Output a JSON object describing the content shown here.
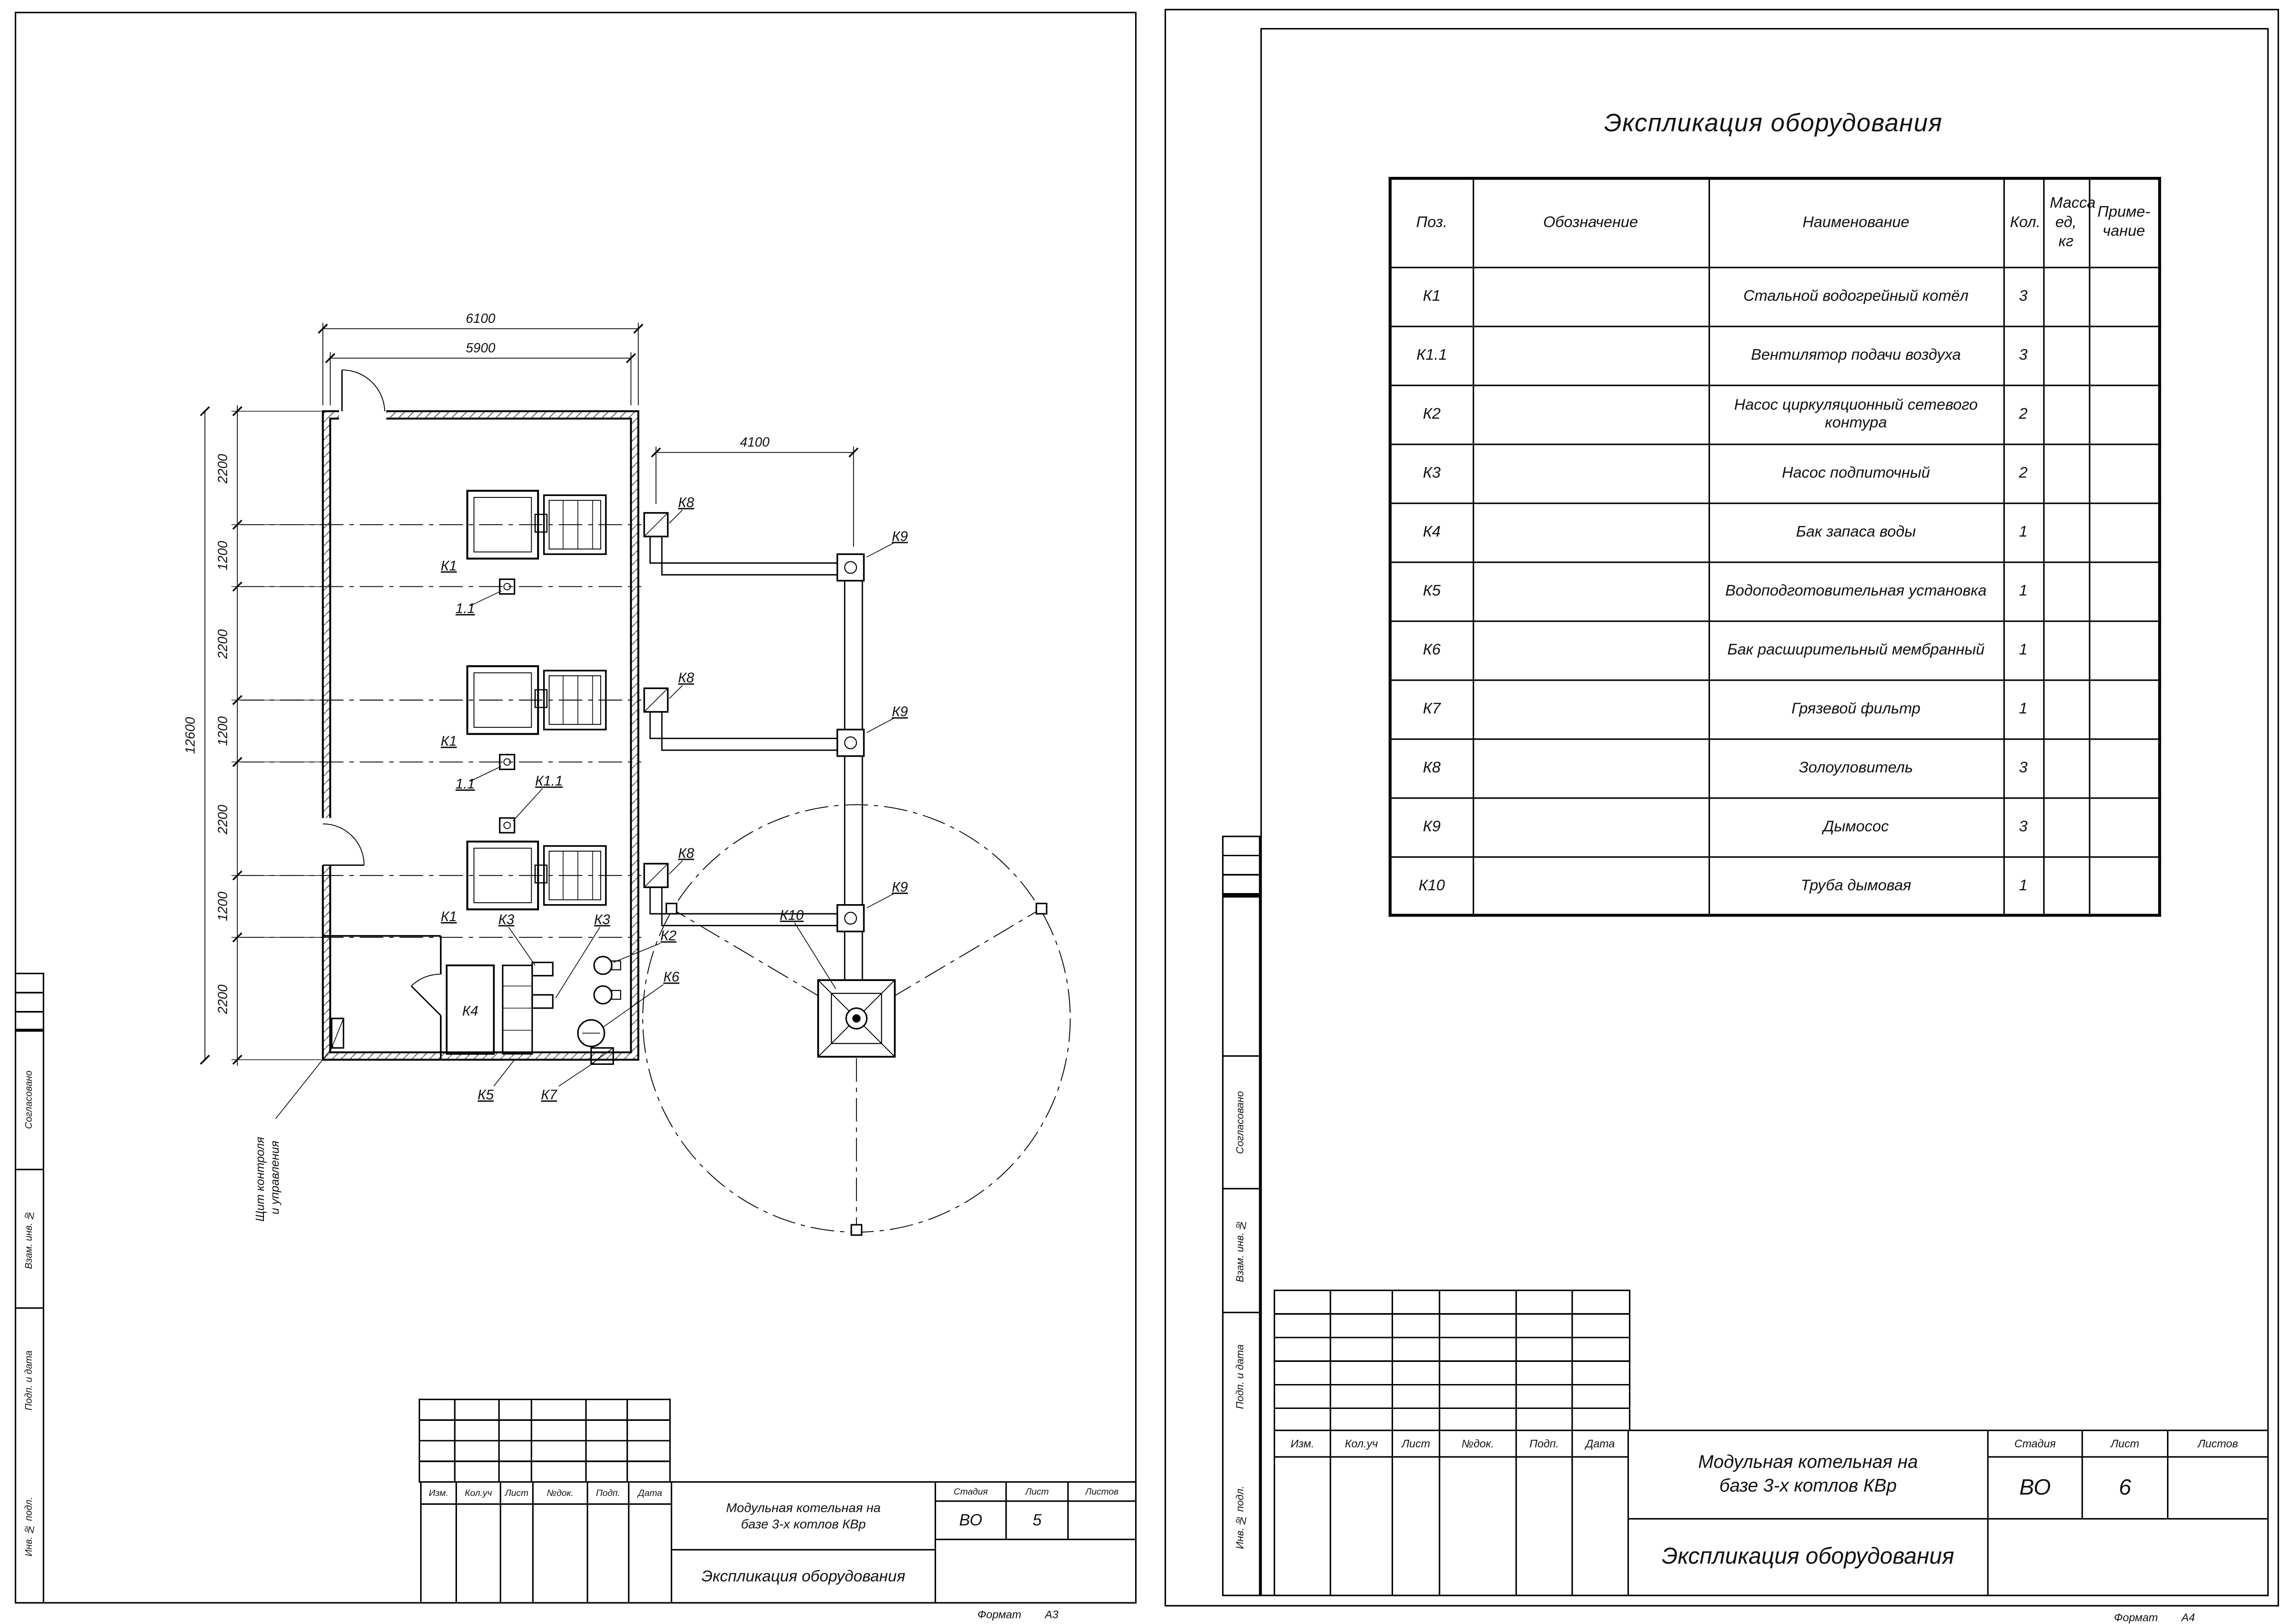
{
  "left_sheet": {
    "side_labels": [
      "Согласовано",
      "Взам. инв. №",
      "Подп. и дата",
      "Инв. № подл."
    ],
    "plan": {
      "dim_width_outer": "6100",
      "dim_width_inner": "5900",
      "dim_flue": "4100",
      "dim_total_height": "12600",
      "dim_2200": "2200",
      "dim_1200": "1200",
      "labels": {
        "k1": "К1",
        "fan": "1.1",
        "k11": "К1.1",
        "k2": "К2",
        "k3": "К3",
        "k4": "К4",
        "k5": "К5",
        "k6": "К6",
        "k7": "К7",
        "k8": "К8",
        "k9": "К9",
        "k10": "К10"
      },
      "panel_line1": "Щит контроля",
      "panel_line2": "и управления"
    },
    "titleblock": {
      "change_header": [
        "Изм.",
        "Кол.уч",
        "Лист",
        "№док.",
        "Подп.",
        "Дата"
      ],
      "project_line1": "Модульная котельная на",
      "project_line2": "базе 3-х котлов КВр",
      "stage_label": "Стадия",
      "stage": "ВО",
      "sheet_label": "Лист",
      "sheet": "5",
      "sheets_label": "Листов",
      "sheets": "",
      "doc_title": "Экспликация оборудования",
      "format_label": "Формат",
      "format": "А3"
    }
  },
  "right_sheet": {
    "side_labels": [
      "Согласовано",
      "Взам. инв. №",
      "Подп. и дата",
      "Инв. № подл."
    ],
    "table": {
      "title": "Экспликация оборудования",
      "col_pos": "Поз.",
      "col_designation": "Обозначение",
      "col_name": "Наименование",
      "col_qty": "Кол.",
      "col_mass_l1": "Масса",
      "col_mass_l2": "ед, кг",
      "col_note_l1": "Приме-",
      "col_note_l2": "чание",
      "rows": [
        {
          "pos": "К1",
          "designation": "",
          "name": "Стальной водогрейный котёл",
          "qty": "3",
          "mass": "",
          "note": ""
        },
        {
          "pos": "К1.1",
          "designation": "",
          "name": "Вентилятор подачи воздуха",
          "qty": "3",
          "mass": "",
          "note": ""
        },
        {
          "pos": "К2",
          "designation": "",
          "name": "Насос циркуляционный сетевого контура",
          "qty": "2",
          "mass": "",
          "note": ""
        },
        {
          "pos": "К3",
          "designation": "",
          "name": "Насос подпиточный",
          "qty": "2",
          "mass": "",
          "note": ""
        },
        {
          "pos": "К4",
          "designation": "",
          "name": "Бак запаса воды",
          "qty": "1",
          "mass": "",
          "note": ""
        },
        {
          "pos": "К5",
          "designation": "",
          "name": "Водоподготовительная установка",
          "qty": "1",
          "mass": "",
          "note": ""
        },
        {
          "pos": "К6",
          "designation": "",
          "name": "Бак расширительный мембранный",
          "qty": "1",
          "mass": "",
          "note": ""
        },
        {
          "pos": "К7",
          "designation": "",
          "name": "Грязевой фильтр",
          "qty": "1",
          "mass": "",
          "note": ""
        },
        {
          "pos": "К8",
          "designation": "",
          "name": "Золоуловитель",
          "qty": "3",
          "mass": "",
          "note": ""
        },
        {
          "pos": "К9",
          "designation": "",
          "name": "Дымосос",
          "qty": "3",
          "mass": "",
          "note": ""
        },
        {
          "pos": "К10",
          "designation": "",
          "name": "Труба дымовая",
          "qty": "1",
          "mass": "",
          "note": ""
        }
      ]
    },
    "titleblock": {
      "change_header": [
        "Изм.",
        "Кол.уч",
        "Лист",
        "№док.",
        "Подп.",
        "Дата"
      ],
      "project_line1": "Модульная котельная на",
      "project_line2": "базе 3-х котлов КВр",
      "stage_label": "Стадия",
      "stage": "ВО",
      "sheet_label": "Лист",
      "sheet": "6",
      "sheets_label": "Листов",
      "sheets": "",
      "doc_title": "Экспликация оборудования",
      "format_label": "Формат",
      "format": "А4"
    }
  }
}
